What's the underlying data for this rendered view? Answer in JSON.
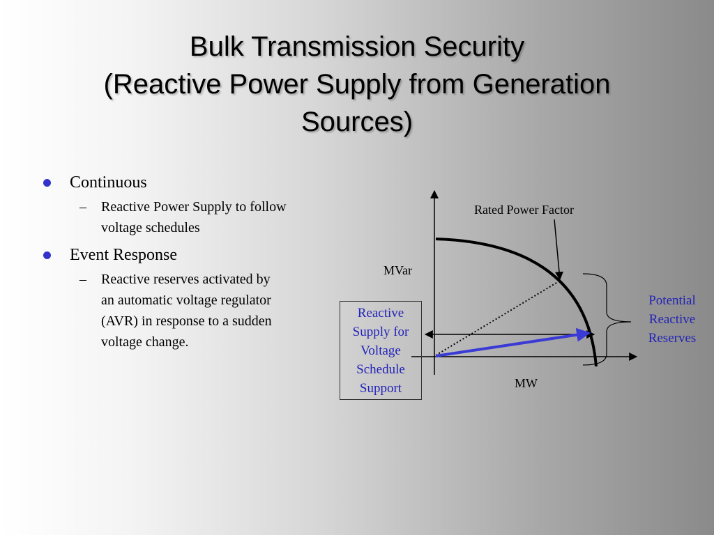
{
  "slide": {
    "title_lines": [
      "Bulk Transmission Security",
      "(Reactive Power Supply from Generation",
      "Sources)"
    ]
  },
  "bullets": [
    {
      "text": "Continuous",
      "sub": [
        "Reactive Power Supply to follow",
        "voltage schedules"
      ]
    },
    {
      "text": "Event Response",
      "sub": [
        "Reactive reserves activated by",
        "an automatic voltage regulator",
        "(AVR) in response to a sudden",
        "voltage change."
      ]
    }
  ],
  "diagram": {
    "y_axis_label": "MVar",
    "x_axis_label": "MW",
    "rated_pf_label": "Rated Power Factor",
    "box_lines": [
      "Reactive",
      "Supply for",
      "Voltage",
      "Schedule",
      "Support"
    ],
    "reserves_lines": [
      "Potential",
      "Reactive",
      "Reserves"
    ]
  },
  "colors": {
    "accent": "#2323b8",
    "bullet": "#3333cc",
    "vector": "#3a3ad6"
  }
}
